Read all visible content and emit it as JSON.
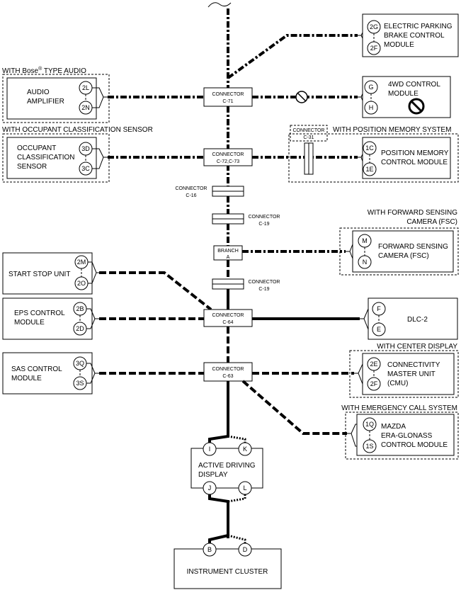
{
  "modules": {
    "epb": {
      "l1": "ELECTRIC PARKING",
      "l2": "BRAKE CONTROL",
      "l3": "MODULE",
      "p1": "2G",
      "p2": "2F"
    },
    "audio": {
      "group": "WITH Bose",
      "group_sup": "®",
      "group_tail": " TYPE AUDIO",
      "l1": "AUDIO",
      "l2": "AMPLIFIER",
      "p1": "2L",
      "p2": "2N"
    },
    "fwd": {
      "l1": "4WD CONTROL",
      "l2": "MODULE",
      "p1": "G",
      "p2": "H"
    },
    "ocs": {
      "group": "WITH OCCUPANT CLASSIFICATION SENSOR",
      "l1": "OCCUPANT",
      "l2": "CLASSIFICATION",
      "l3": "SENSOR",
      "p1": "3D",
      "p2": "3C"
    },
    "pos": {
      "group": "WITH POSITION MEMORY SYSTEM",
      "l1": "POSITION MEMORY",
      "l2": "CONTROL MODULE",
      "p1": "1C",
      "p2": "1E"
    },
    "fsc": {
      "group1": "WITH FORWARD SENSING",
      "group2": "CAMERA (FSC)",
      "l1": "FORWARD SENSING",
      "l2": "CAMERA (FSC)",
      "p1": "M",
      "p2": "N"
    },
    "ss": {
      "l1": "START STOP UNIT",
      "p1": "2M",
      "p2": "2O"
    },
    "eps": {
      "l1": "EPS CONTROL",
      "l2": "MODULE",
      "p1": "2B",
      "p2": "2D"
    },
    "dlc": {
      "l1": "DLC-2",
      "p1": "F",
      "p2": "E"
    },
    "sas": {
      "l1": "SAS CONTROL",
      "l2": "MODULE",
      "p1": "3Q",
      "p2": "3S"
    },
    "cmu": {
      "group": "WITH CENTER DISPLAY",
      "l1": "CONNECTIVITY",
      "l2": "MASTER UNIT",
      "l3": "(CMU)",
      "p1": "2E",
      "p2": "2F"
    },
    "era": {
      "group": "WITH EMERGENCY CALL SYSTEM",
      "l1": "MAZDA",
      "l2": "ERA-GLONASS",
      "l3": "CONTROL MODULE",
      "p1": "1Q",
      "p2": "1S"
    },
    "adl": {
      "l1": "ACTIVE DRIVING",
      "l2": "DISPLAY",
      "p1": "I",
      "p2": "K",
      "p3": "J",
      "p4": "L"
    },
    "ic": {
      "l1": "INSTRUMENT CLUSTER",
      "p1": "B",
      "p2": "D"
    }
  },
  "connectors": {
    "c71": {
      "l1": "CONNECTOR",
      "l2": "C-71"
    },
    "c72": {
      "l1": "CONNECTOR",
      "l2": "C-72,C-73"
    },
    "c31": {
      "l1": "CONNECTOR",
      "l2": "C-31"
    },
    "c16": {
      "l1": "CONNECTOR",
      "l2": "C-16"
    },
    "c19a": {
      "l1": "CONNECTOR",
      "l2": "C-19"
    },
    "branch": {
      "l1": "BRANCH",
      "l2": "A"
    },
    "c19b": {
      "l1": "CONNECTOR",
      "l2": "C-19"
    },
    "c64": {
      "l1": "CONNECTOR",
      "l2": "C-64"
    },
    "c63": {
      "l1": "CONNECTOR",
      "l2": "C-63"
    }
  }
}
